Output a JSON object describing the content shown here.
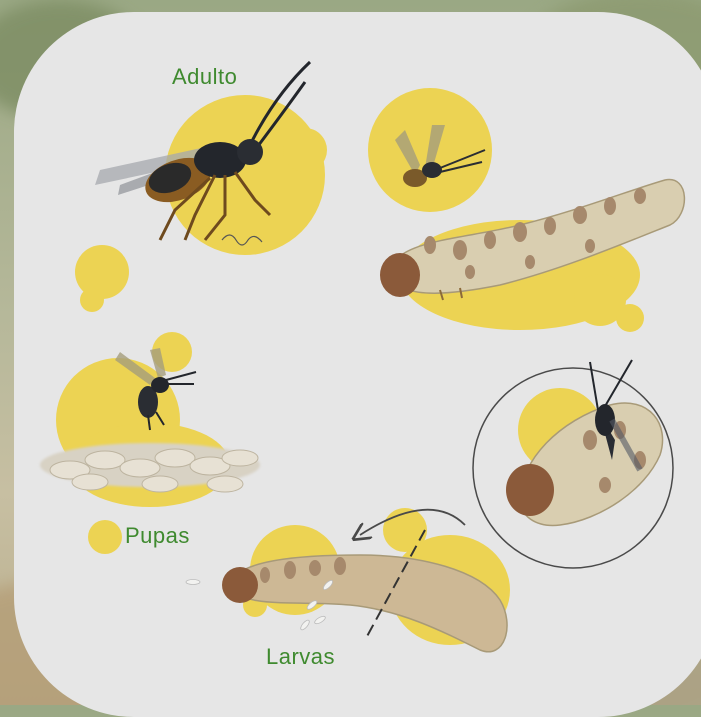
{
  "diagram": {
    "stages": {
      "adult": "Adulto",
      "pupae": "Pupas",
      "larvae": "Larvas"
    },
    "colors": {
      "panel": "#e6e6e6",
      "blob": "#ecd353",
      "label": "#3f8a2f",
      "wasp": "#23262c",
      "caterpillar": "#d9ceb0",
      "spots": "#a6896c"
    }
  }
}
